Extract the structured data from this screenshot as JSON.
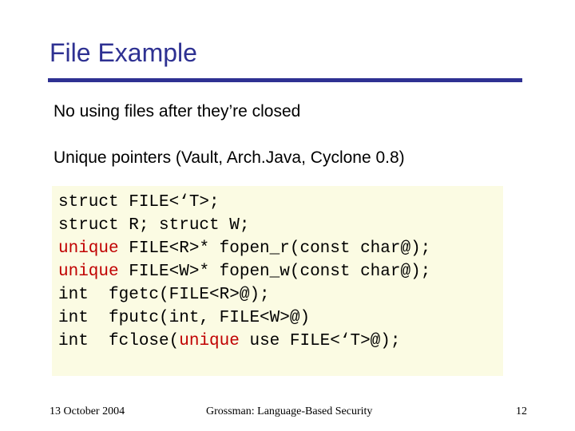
{
  "slide": {
    "title": "File Example",
    "bullets": [
      "No using files after they’re closed",
      "Unique pointers (Vault, Arch.Java, Cyclone 0.8)"
    ],
    "code_lines": [
      [
        {
          "text": "struct FILE<‘T>;",
          "red": false
        }
      ],
      [
        {
          "text": "struct R; struct W;",
          "red": false
        }
      ],
      [
        {
          "text": "unique",
          "red": true
        },
        {
          "text": " FILE<R>* fopen_r(const char@);",
          "red": false
        }
      ],
      [
        {
          "text": "unique",
          "red": true
        },
        {
          "text": " FILE<W>* fopen_w(const char@);",
          "red": false
        }
      ],
      [
        {
          "text": "int  fgetc(FILE<R>@);",
          "red": false
        }
      ],
      [
        {
          "text": "int  fputc(int, FILE<W>@)",
          "red": false
        }
      ],
      [
        {
          "text": "int  fclose(",
          "red": false
        },
        {
          "text": "unique",
          "red": true
        },
        {
          "text": " use FILE<‘T>@);",
          "red": false
        }
      ]
    ]
  },
  "footer": {
    "date": "13 October 2004",
    "center": "Grossman: Language-Based Security",
    "page": "12"
  },
  "colors": {
    "title": "#2e3192",
    "rule": "#2e3192",
    "code_background": "#fbfbe3",
    "keyword_highlight": "#c00000"
  }
}
